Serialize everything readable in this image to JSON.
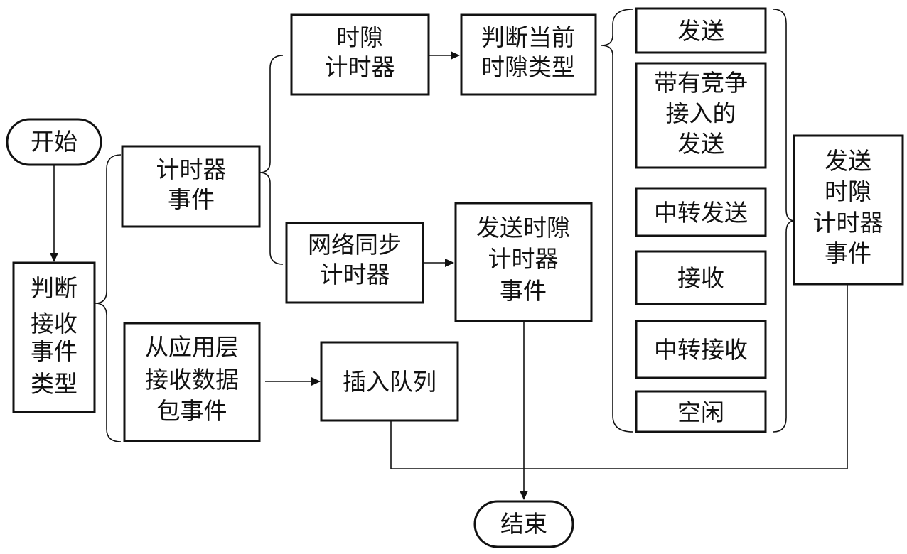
{
  "diagram": {
    "start": "开始",
    "judge_event": [
      "判断",
      "接收",
      "事件",
      "类型"
    ],
    "timer_event": [
      "计时器",
      "事件"
    ],
    "data_event": [
      "从应用层",
      "接收数据",
      "包事件"
    ],
    "slot_timer": [
      "时隙",
      "计时器"
    ],
    "net_sync_timer": [
      "网络同步",
      "计时器"
    ],
    "insert_queue": "插入队列",
    "judge_slot": [
      "判断当前",
      "时隙类型"
    ],
    "send_slot_event": [
      "发送时隙",
      "计时器",
      "事件"
    ],
    "slot_types": {
      "send": "发送",
      "contention": [
        "带有竞争",
        "接入的",
        "发送"
      ],
      "relay_send": "中转发送",
      "receive": "接收",
      "relay_receive": "中转接收",
      "idle": "空闲"
    },
    "send_slot_event_right": [
      "发送",
      "时隙",
      "计时器",
      "事件"
    ],
    "end": "结束"
  }
}
